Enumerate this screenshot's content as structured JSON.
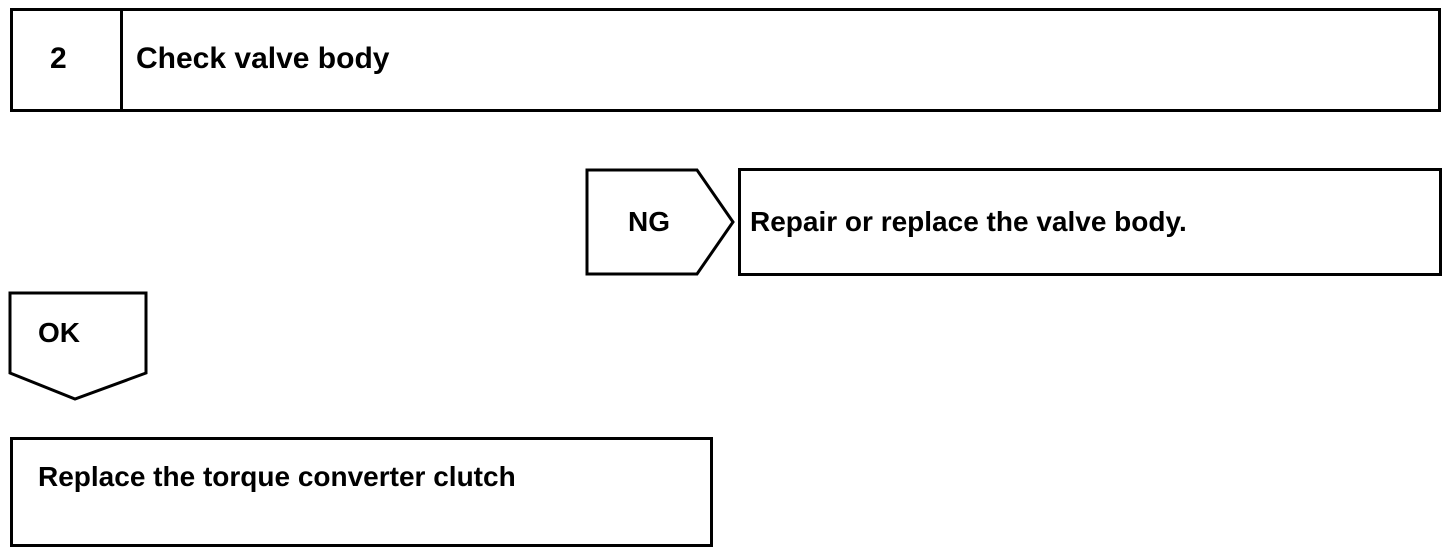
{
  "step": {
    "number": "2",
    "title": "Check valve body"
  },
  "ng_branch": {
    "tag": "NG",
    "result": "Repair or replace the valve body."
  },
  "ok_branch": {
    "tag": "OK"
  },
  "final_action": {
    "text": "Replace the torque converter clutch"
  },
  "colors": {
    "stroke": "#000000",
    "background": "#ffffff"
  }
}
